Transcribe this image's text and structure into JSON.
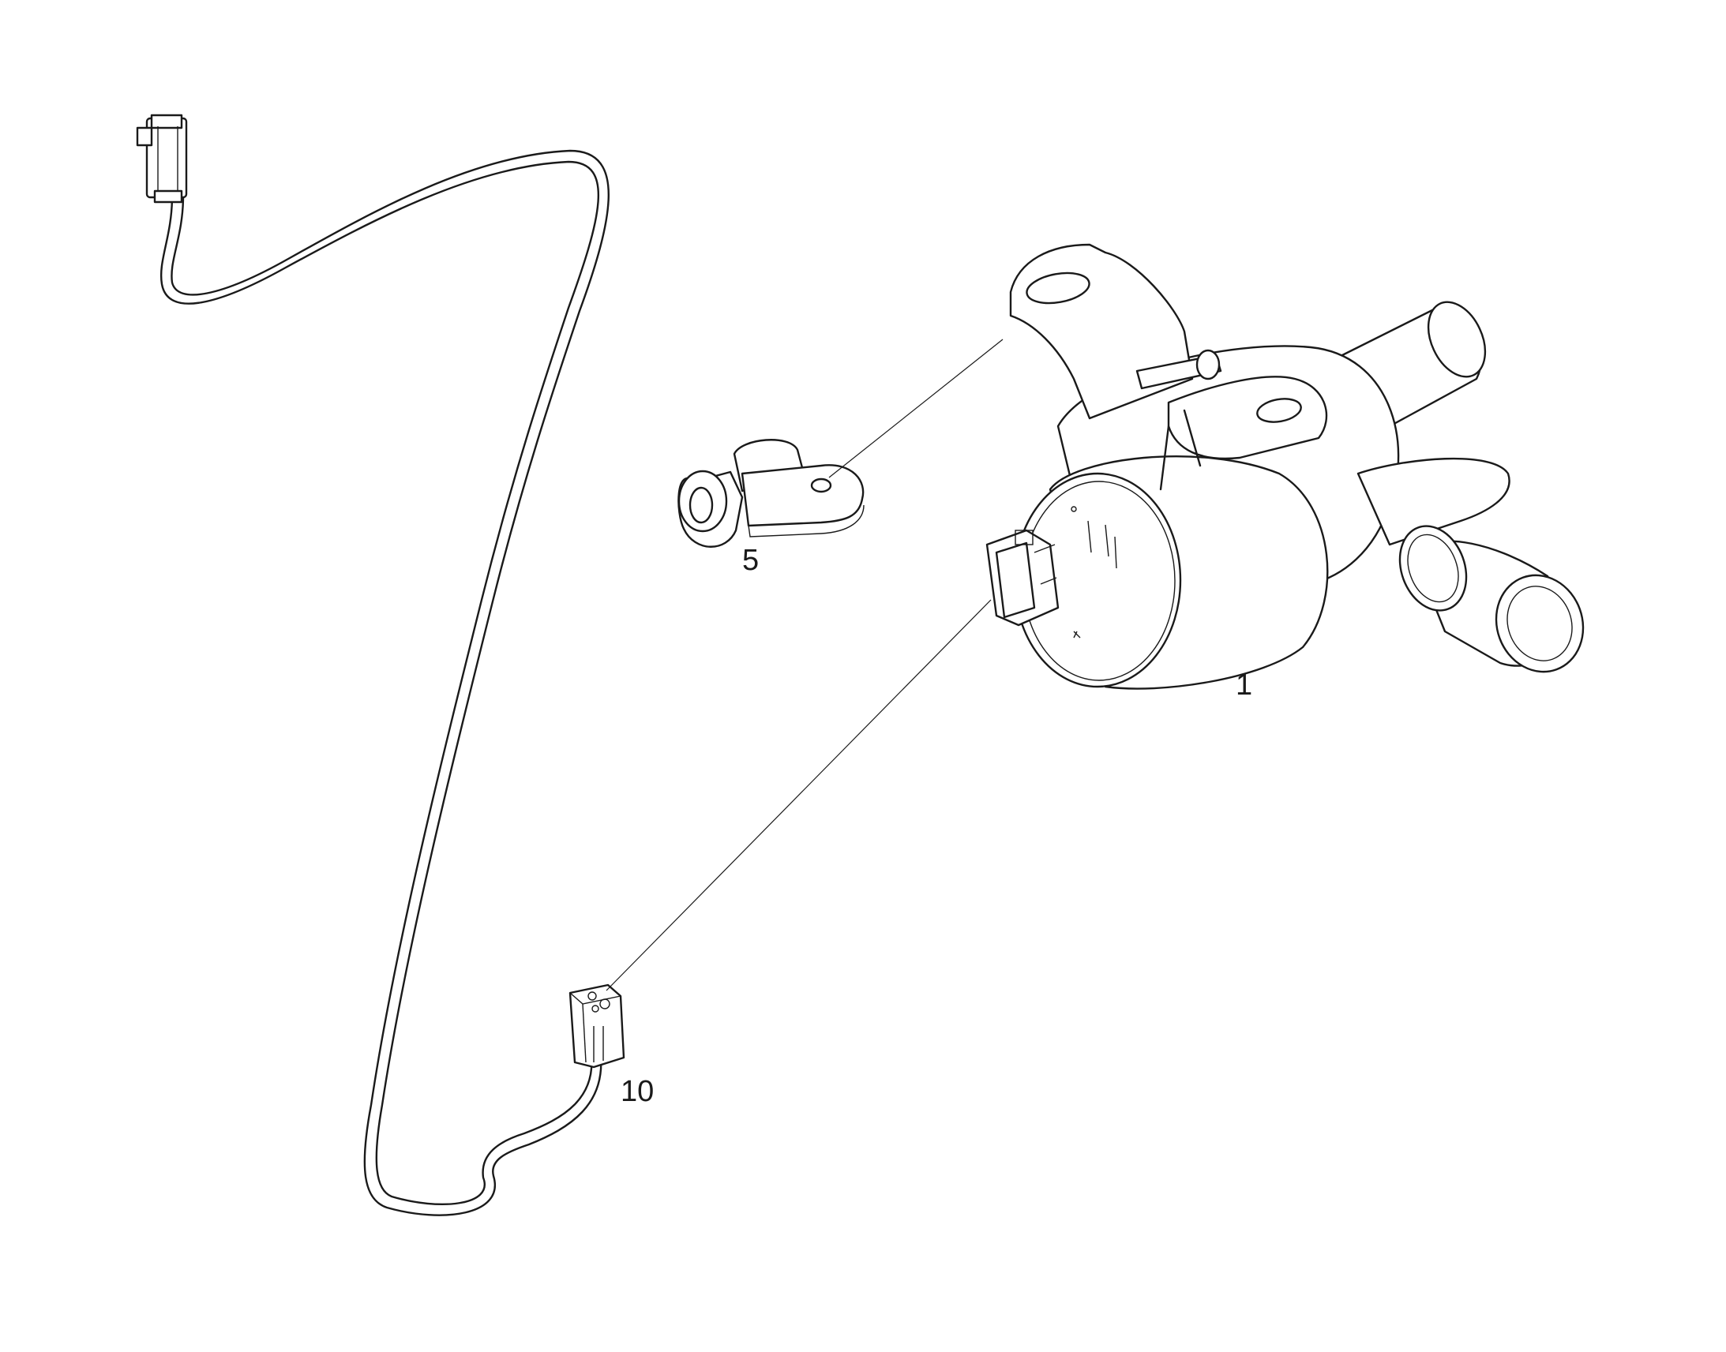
{
  "callouts": {
    "valve": "1",
    "clip": "5",
    "harness": "10"
  },
  "icons": [
    "coolant-valve-icon",
    "cable-clip-icon",
    "wire-harness-icon",
    "connector-icon"
  ],
  "colors": {
    "line": "#1a1a1a",
    "background": "#ffffff"
  }
}
